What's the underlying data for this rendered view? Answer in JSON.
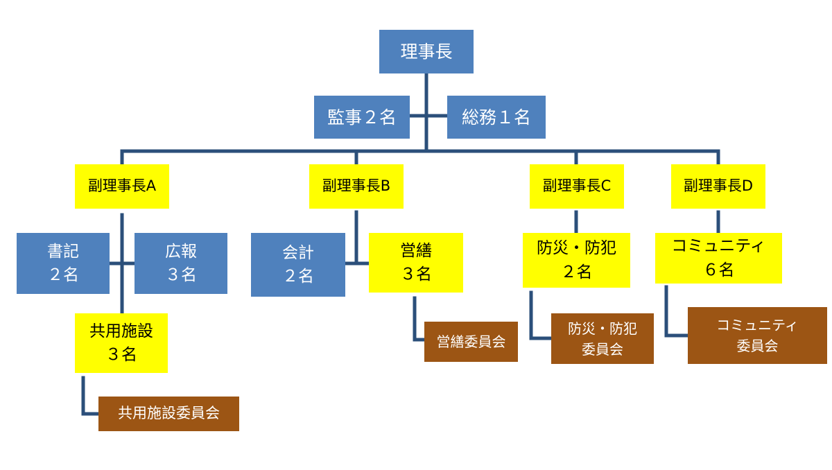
{
  "colors": {
    "officer": "#4f81bd",
    "vice": "#ffff00",
    "committee": "#9c5514",
    "connector": "#2b4f7a"
  },
  "chairman": "理事長",
  "auditor": "監事２名",
  "general_affairs": "総務１名",
  "vice_a": {
    "label": "副理事長A",
    "secretary": [
      "書記",
      "２名"
    ],
    "pr": [
      "広報",
      "３名"
    ],
    "facilities": [
      "共用施設",
      "３名"
    ],
    "facilities_committee": "共用施設委員会"
  },
  "vice_b": {
    "label": "副理事長B",
    "accounting": [
      "会計",
      "２名"
    ],
    "maintenance": [
      "営繕",
      "３名"
    ],
    "maintenance_committee": "営繕委員会"
  },
  "vice_c": {
    "label": "副理事長C",
    "disaster": [
      "防災・防犯",
      "２名"
    ],
    "disaster_committee": [
      "防災・防犯",
      "委員会"
    ]
  },
  "vice_d": {
    "label": "副理事長D",
    "community": [
      "コミュニティ",
      "６名"
    ],
    "community_committee": [
      "コミュニティ",
      "委員会"
    ]
  }
}
